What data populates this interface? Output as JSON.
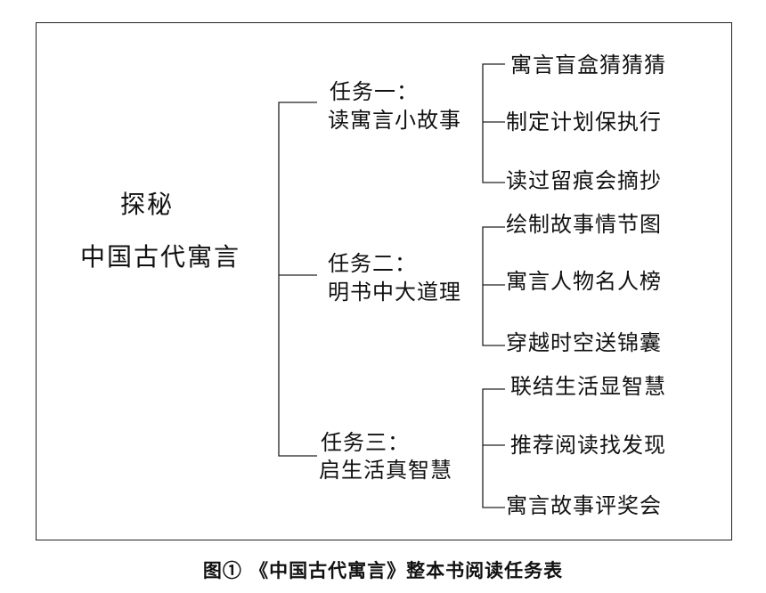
{
  "diagram": {
    "root": {
      "line1": "探秘",
      "line2": "中国古代寓言"
    },
    "tasks": [
      {
        "title": "任务一：",
        "subtitle": "读寓言小故事",
        "items": [
          "寓言盲盒猜猜猜",
          "制定计划保执行",
          "读过留痕会摘抄"
        ]
      },
      {
        "title": "任务二：",
        "subtitle": "明书中大道理",
        "items": [
          "绘制故事情节图",
          "寓言人物名人榜",
          "穿越时空送锦囊"
        ]
      },
      {
        "title": "任务三：",
        "subtitle": "启生活真智慧",
        "items": [
          "联结生活显智慧",
          "推荐阅读找发现",
          "寓言故事评奖会"
        ]
      }
    ]
  },
  "caption": "图①  《中国古代寓言》整本书阅读任务表"
}
